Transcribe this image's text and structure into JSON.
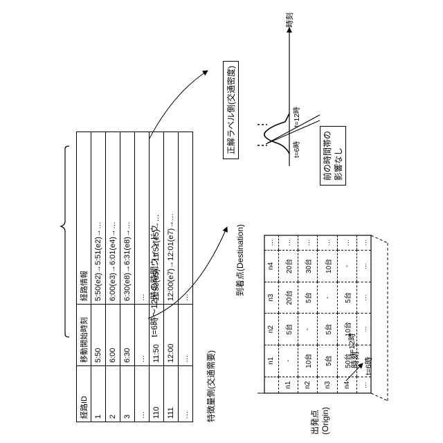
{
  "route_table": {
    "headers": [
      "経路ID",
      "移動開始時刻",
      "経路情報"
    ],
    "rows": [
      [
        "1",
        "5:50",
        "5:50(e2)→5:51(e2)→…"
      ],
      [
        "2",
        "6:00",
        "6:00(e3)→6:01(e4)→…"
      ],
      [
        "3",
        "6:30",
        "6:30(e8)→6:31(e8)→…"
      ],
      [
        "…",
        "…",
        "…"
      ],
      [
        "110",
        "11:50",
        "11:50(e5)→11:51(e5)→…"
      ],
      [
        "111",
        "12:00",
        "12:00(e7)→12:01(e7)→…"
      ],
      [
        "…",
        "…",
        "…"
      ]
    ]
  },
  "window_label": "t=6時〜12時の時間ウィンドウ",
  "feature_side_label": "特徴量側(交通需要)",
  "destination_label": "到着点(Destination)",
  "origin_label_line1": "出発点",
  "origin_label_line2": "(Origin)",
  "od_matrix": {
    "headers": [
      "",
      "n1",
      "n2",
      "n3",
      "n4",
      "…"
    ],
    "rows": [
      [
        "n1",
        "-",
        "5台",
        "20台",
        "20台",
        "…"
      ],
      [
        "n2",
        "10台",
        "-",
        "5台",
        "30台",
        "…"
      ],
      [
        "n3",
        "5台",
        "5台",
        "-",
        "10台",
        "…"
      ],
      [
        "n4",
        "50台",
        "10台",
        "5台",
        "-",
        "…"
      ],
      [
        "…",
        "…",
        "…",
        "…",
        "…",
        "…"
      ]
    ]
  },
  "cube_time_axis": {
    "label": "時刻",
    "t_start": "t=6時",
    "t_end": "t=12時"
  },
  "label_side": {
    "title": "正解ラベル側(交通密度)",
    "axis_label": "時刻",
    "t_start": "t=6時",
    "t_end": "t=12時"
  },
  "note": {
    "line1": "前の時間帯の",
    "line2": "影響なし"
  },
  "colors": {
    "line": "#000000",
    "background": "#ffffff"
  }
}
